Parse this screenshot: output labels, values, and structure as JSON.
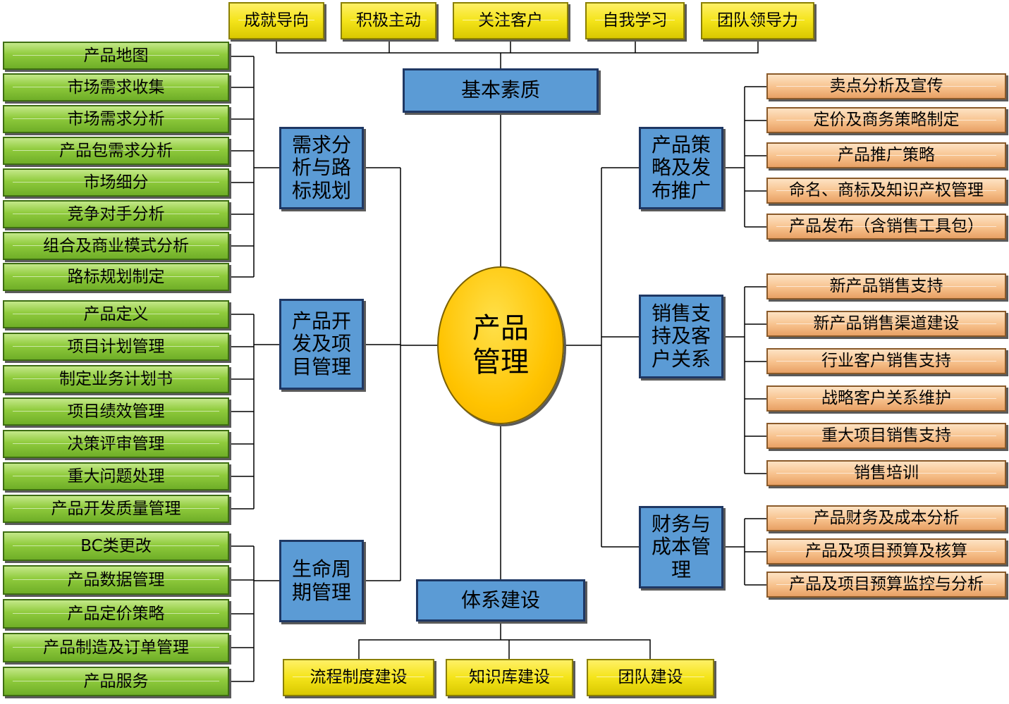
{
  "center": "产品管理",
  "top_branch": {
    "label": "基本素质",
    "items": [
      "成就导向",
      "积极主动",
      "关注客户",
      "自我学习",
      "团队领导力"
    ]
  },
  "bottom_branch": {
    "label": "体系建设",
    "items": [
      "流程制度建设",
      "知识库建设",
      "团队建设"
    ]
  },
  "left_branches": [
    {
      "label": "需求分析与路标规划",
      "items": [
        "产品地图",
        "市场需求收集",
        "市场需求分析",
        "产品包需求分析",
        "市场细分",
        "竞争对手分析",
        "组合及商业模式分析",
        "路标规划制定"
      ]
    },
    {
      "label": "产品开发及项目管理",
      "items": [
        "产品定义",
        "项目计划管理",
        "制定业务计划书",
        "项目绩效管理",
        "决策评审管理",
        "重大问题处理",
        "产品开发质量管理"
      ]
    },
    {
      "label": "生命周期管理",
      "items": [
        "BC类更改",
        "产品数据管理",
        "产品定价策略",
        "产品制造及订单管理",
        "产品服务"
      ]
    }
  ],
  "right_branches": [
    {
      "label": "产品策略及发布推广",
      "items": [
        "卖点分析及宣传",
        "定价及商务策略制定",
        "产品推广策略",
        "命名、商标及知识产权管理",
        "产品发布（含销售工具包）"
      ]
    },
    {
      "label": "销售支持及客户关系",
      "items": [
        "新产品销售支持",
        "新产品销售渠道建设",
        "行业客户销售支持",
        "战略客户关系维护",
        "重大项目销售支持",
        "销售培训"
      ]
    },
    {
      "label": "财务与成本管理",
      "items": [
        "产品财务及成本分析",
        "产品及项目预算及核算",
        "产品及项目预算监控与分析"
      ]
    }
  ]
}
